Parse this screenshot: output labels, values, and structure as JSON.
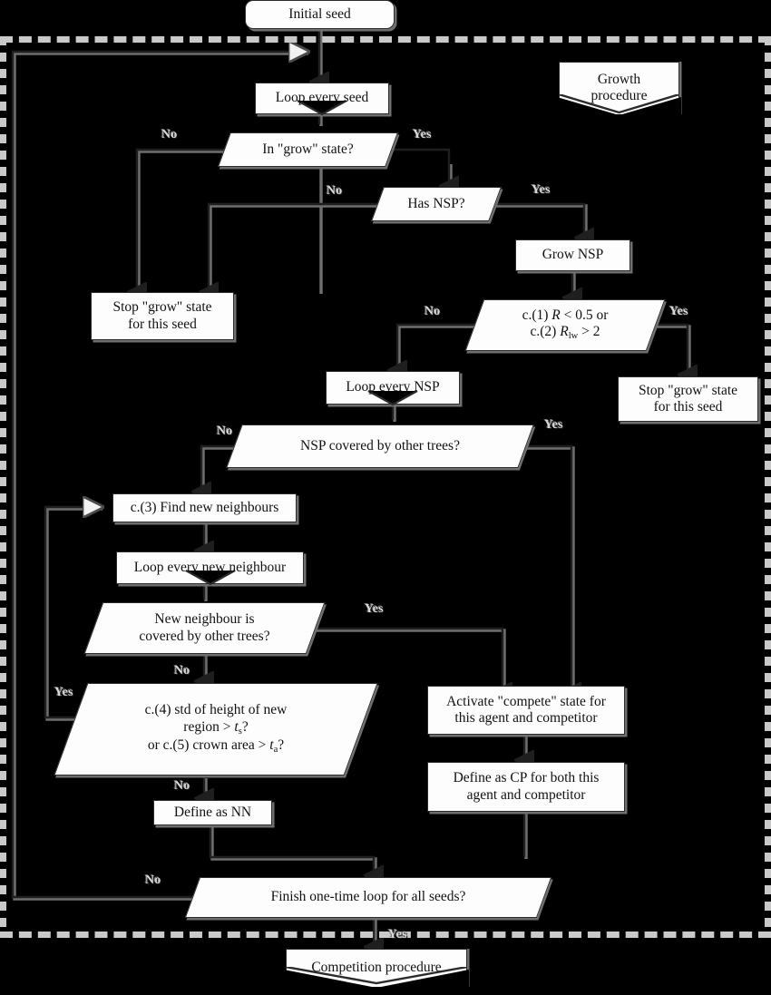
{
  "diagram": {
    "title": "Growth procedure flowchart",
    "style": {
      "fill": "#fdfdfd",
      "stroke": "#2b2b2b",
      "shadow": "#6f6f6f",
      "background": "#000000",
      "dash": "#c9c9c9",
      "label_color": "#d9d9d9"
    }
  },
  "nodes": {
    "initial_seed": {
      "label": "Initial seed",
      "shape": "rounded-rect"
    },
    "growth_procedure": {
      "label": "Growth\nprocedure",
      "shape": "banner"
    },
    "loop_every_seed": {
      "label": "Loop every seed",
      "shape": "loop-limit"
    },
    "in_grow_state": {
      "label": "In \"grow\" state?",
      "shape": "parallelogram"
    },
    "has_nsp": {
      "label": "Has NSP?",
      "shape": "parallelogram"
    },
    "stop_grow_left": {
      "label": "Stop \"grow\" state\nfor this seed",
      "shape": "rect"
    },
    "grow_nsp": {
      "label": "Grow NSP",
      "shape": "rect"
    },
    "cond_12": {
      "label": "c.(1) R < 0.5 or\nc.(2) Rlw > 2",
      "line1_prefix": "c.(1) ",
      "line1_var": "R",
      "line1_suffix": " < 0.5 or",
      "line2_prefix": "c.(2) ",
      "line2_var": "R",
      "line2_sub": "lw",
      "line2_suffix": " > 2",
      "shape": "parallelogram"
    },
    "stop_grow_right": {
      "label": "Stop \"grow\" state\nfor this seed",
      "shape": "rect"
    },
    "loop_every_nsp": {
      "label": "Loop every NSP",
      "shape": "loop-limit"
    },
    "nsp_covered": {
      "label": "NSP covered by other trees?",
      "shape": "parallelogram"
    },
    "find_neighbours": {
      "label": "c.(3) Find new neighbours",
      "shape": "rect"
    },
    "loop_new_neighbour": {
      "label": "Loop every new neighbour",
      "shape": "loop-limit"
    },
    "neighbour_covered": {
      "label": "New neighbour is\ncovered by other trees?",
      "shape": "parallelogram"
    },
    "cond_45": {
      "label": "c.(4) std of height of new region > ts? or c.(5) crown area > ta?",
      "line1": "c.(4) std of height of new",
      "line2_prefix": "region > ",
      "line2_var": "t",
      "line2_sub": "s",
      "line2_suffix": "?",
      "line3_prefix": "or c.(5) crown area > ",
      "line3_var": "t",
      "line3_sub": "a",
      "line3_suffix": "?",
      "shape": "parallelogram"
    },
    "define_nn": {
      "label": "Define as NN",
      "shape": "rect"
    },
    "activate_compete": {
      "label": "Activate \"compete\" state for\nthis agent and competitor",
      "shape": "rect"
    },
    "define_cp": {
      "label": "Define as CP for both this\nagent and competitor",
      "shape": "rect"
    },
    "finish_loop": {
      "label": "Finish one-time loop for all seeds?",
      "shape": "parallelogram"
    },
    "competition_proc": {
      "label": "Competition procedure",
      "shape": "banner"
    }
  },
  "branch_labels": {
    "grow_no": "No",
    "grow_yes": "Yes",
    "nsp_no": "No",
    "nsp_yes": "Yes",
    "cond12_no": "No",
    "cond12_yes": "Yes",
    "nspcov_no": "No",
    "nspcov_yes": "Yes",
    "nbrcov_yes": "Yes",
    "nbrcov_no": "No",
    "cond45_yes": "Yes",
    "cond45_no": "No",
    "finish_no": "No",
    "finish_yes": "Yes"
  }
}
